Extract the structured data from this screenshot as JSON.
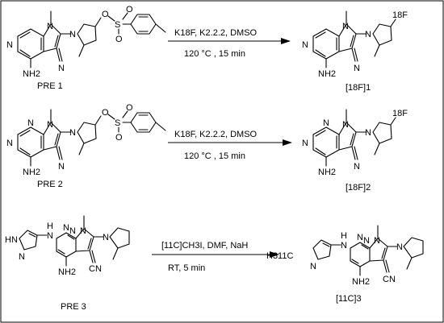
{
  "scheme": {
    "rows": [
      {
        "precursor": {
          "label": "PRE 1",
          "atoms": {
            "n_methyl": "N",
            "n_pyrrolidine": "N",
            "n_ring": "N",
            "amine": "NH2",
            "nitrile": "N",
            "sulfonate_o1": "O",
            "sulfonate_o2": "O",
            "sulfonate_o3": "O",
            "sulfur": "S"
          }
        },
        "reagents": {
          "line1": "K18F, K2.2.2, DMSO",
          "line2": "120 °C ,  15 min"
        },
        "product": {
          "label": "[18F]1",
          "atoms": {
            "n_methyl": "N",
            "n_pyrrolidine": "N",
            "n_ring": "N",
            "amine": "NH2",
            "nitrile": "N",
            "fluorine": "18F"
          }
        }
      },
      {
        "precursor": {
          "label": "PRE 2",
          "atoms": {
            "n_methyl": "N",
            "n_pyrrolidine": "N",
            "n_ring1": "N",
            "n_ring2": "N",
            "amine": "NH2",
            "nitrile": "N",
            "sulfonate_o1": "O",
            "sulfonate_o2": "O",
            "sulfonate_o3": "O",
            "sulfur": "S"
          }
        },
        "reagents": {
          "line1": "K18F, K2.2.2, DMSO",
          "line2": "120 °C ,  15 min"
        },
        "product": {
          "label": "[18F]2",
          "atoms": {
            "n_methyl": "N",
            "n_pyrrolidine": "N",
            "n_ring1": "N",
            "n_ring2": "N",
            "amine": "NH2",
            "nitrile": "N",
            "fluorine": "18F"
          }
        }
      },
      {
        "precursor": {
          "label": "PRE 3",
          "atoms": {
            "hn": "HN",
            "n_pyrazole1": "N",
            "n_pyrazole2": "N",
            "nh_link": "H",
            "n_ring1": "N",
            "n_ring2": "N",
            "n_methyl": "N",
            "n_pyrrolidine": "N",
            "amine": "NH2",
            "nitrile": "CN"
          }
        },
        "reagents": {
          "line1": "[11C]CH3I, DMF, NaH",
          "line2": "RT,  5 min"
        },
        "product": {
          "label": "[11C]3",
          "atoms": {
            "methyl": "H311C",
            "n_pyrazole1": "N",
            "n_pyrazole2": "N",
            "nh_link": "H",
            "n_ring1": "N",
            "n_ring2": "N",
            "n_methyl": "N",
            "n_pyrrolidine": "N",
            "amine": "NH2",
            "nitrile": "CN"
          }
        }
      }
    ]
  }
}
